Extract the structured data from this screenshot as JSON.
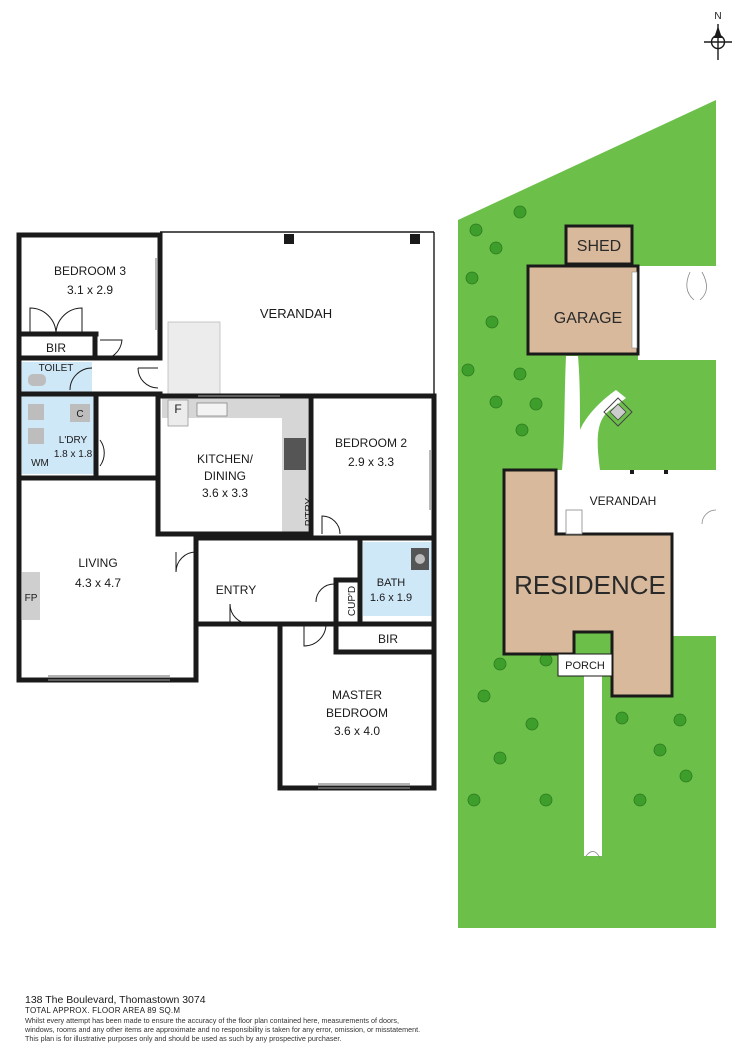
{
  "compass": {
    "label": "N"
  },
  "rooms": {
    "bedroom3": {
      "name": "BEDROOM 3",
      "dim": "3.1 x 2.9"
    },
    "verandah_main": {
      "name": "VERANDAH"
    },
    "bir_top": {
      "name": "BIR"
    },
    "toilet": {
      "name": "TOILET"
    },
    "laundry": {
      "name": "L'DRY",
      "dim": "1.8 x 1.8",
      "wm": "WM",
      "c": "C"
    },
    "kitchen": {
      "name1": "KITCHEN/",
      "name2": "DINING",
      "dim": "3.6 x 3.3",
      "fridge": "F",
      "pantry": "P'TRY"
    },
    "bedroom2": {
      "name": "BEDROOM 2",
      "dim": "2.9 x 3.3"
    },
    "living": {
      "name": "LIVING",
      "dim": "4.3 x 4.7",
      "fireplace": "FP"
    },
    "entry": {
      "name": "ENTRY"
    },
    "bath": {
      "name": "BATH",
      "dim": "1.6 x 1.9"
    },
    "cupd": {
      "name": "CUP'D"
    },
    "bir_master": {
      "name": "BIR"
    },
    "master": {
      "name1": "MASTER",
      "name2": "BEDROOM",
      "dim": "3.6 x 4.0"
    }
  },
  "site": {
    "shed": "SHED",
    "garage": "GARAGE",
    "verandah": "VERANDAH",
    "residence": "RESIDENCE",
    "porch": "PORCH"
  },
  "colors": {
    "lawn": "#6cc04a",
    "building": "#d9b99b",
    "wet_area": "#cfe8f8",
    "wall": "#1a1a1a"
  },
  "footer": {
    "address": "138 The Boulevard, Thomastown 3074",
    "area": "TOTAL APPROX. FLOOR AREA 89 SQ.M",
    "disclaimer1": "Whilst every attempt has been made to ensure the accuracy of the floor plan contained here, measurements of doors,",
    "disclaimer2": "windows, rooms and any other items are approximate and no responsibility is taken for any error, omission, or misstatement.",
    "disclaimer3": "This plan is for illustrative purposes only and should be used as such by any prospective purchaser."
  }
}
